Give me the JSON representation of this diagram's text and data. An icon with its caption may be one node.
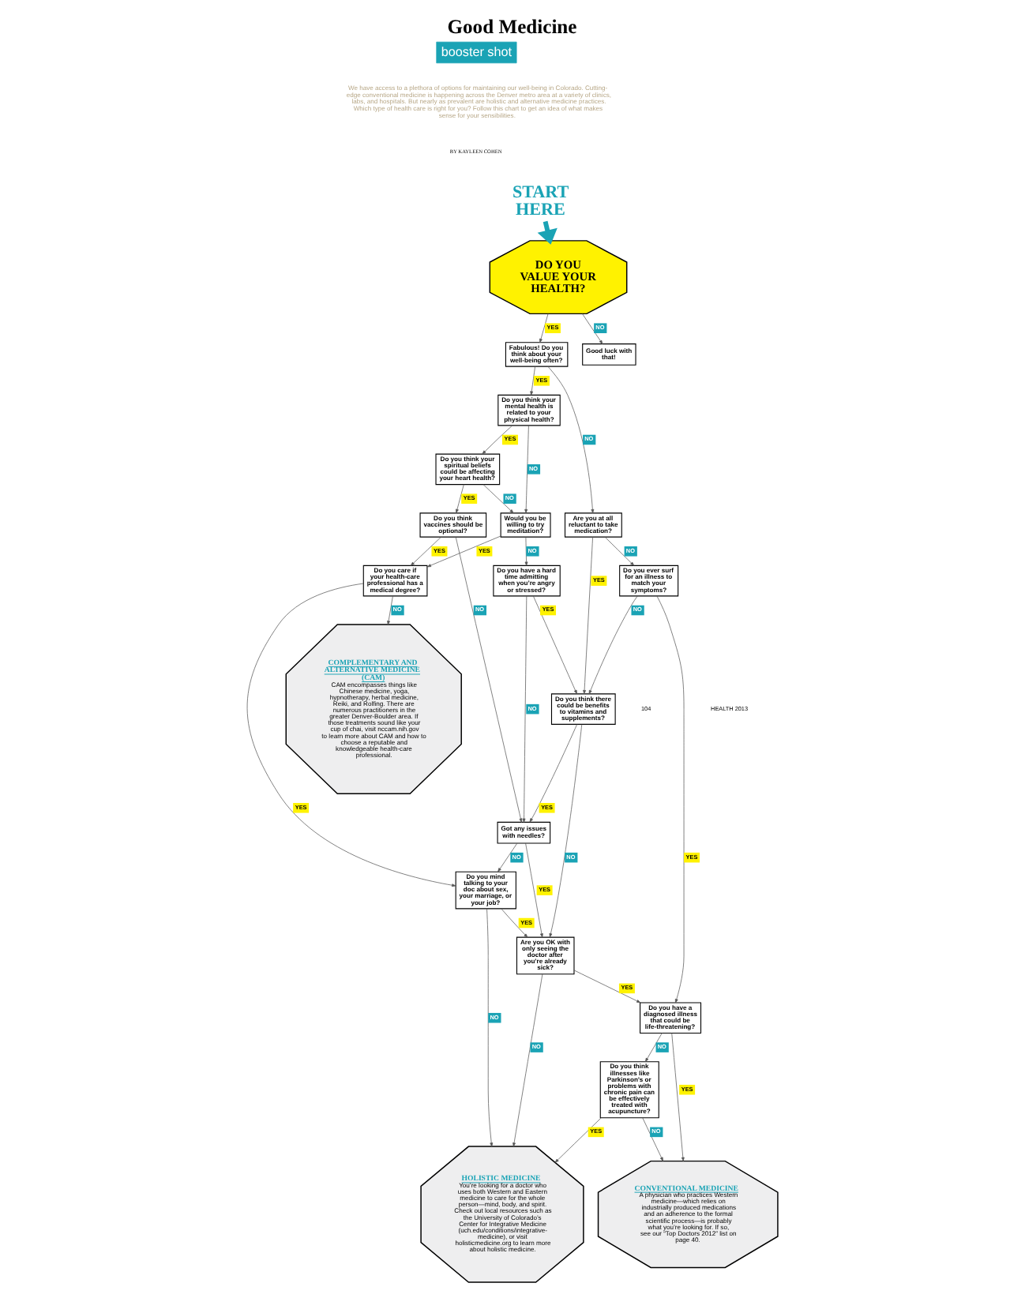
{
  "diagram": {
    "title": "Good Medicine",
    "nodes": [
      {
        "text": [
          "START HERE"
        ]
      },
      {
        "text": [
          "DO YOU VALUE YOUR HEALTH?"
        ]
      },
      {
        "text": [
          "Good luck with that!"
        ]
      },
      {
        "text": [
          "Fabulous! Do you think about your well-being often?"
        ]
      },
      {
        "text": [
          "Do you think your mental health is related to your physical health?"
        ]
      },
      {
        "text": [
          "Do you think your spiritual beliefs could be affecting your heart health?"
        ]
      },
      {
        "text": [
          "Do you think vaccines should be optional?"
        ]
      },
      {
        "text": [
          "Do you care if your health-care professional has a medical degree?"
        ]
      },
      {
        "text": [
          "Would you be willing to try meditation?"
        ]
      },
      {
        "text": [
          "Do you have a hard time admitting when you’re angry or stressed?"
        ]
      },
      {
        "text": [
          "Got any issues with needles?"
        ]
      },
      {
        "text": [
          "Do you mind talking to your doc about sex, your marriage, or your job?"
        ]
      },
      {
        "text": [
          "Are you OK with only seeing the doctor after you’re already sick?"
        ]
      },
      {
        "text": [
          "Are you at all reluctant to take medication?"
        ]
      },
      {
        "text": [
          "Do you think there could be benefits to vitamins and supplements?"
        ]
      },
      {
        "text": [
          "Do you ever surf for an illness to match your symptoms?"
        ]
      },
      {
        "text": [
          "Do you have a diagnosed illness that could be life-threatening?"
        ]
      },
      {
        "text": [
          "Do you think illnesses like Parkinson’s or problems with chronic pain can be effectively treated with acupuncture?"
        ]
      },
      {
        "text": [
          "COMPLEMENTARY AND ALTERNATIVE MEDICINE (CAM)",
          "CAM encompasses things like Chinese medicine, yoga, hypnotherapy, herbal medicine, Reiki, and Rolfing. There are numerous practitioners in the greater Denver-Boulder area. If those treatments sound like your cup of chai, visit nccam.nih.gov to learn more about CAM and how to choose a reputable and knowledgeable health-care professional."
        ]
      },
      {
        "text": [
          "HOLISTIC MEDICINE",
          "You’re looking for a doctor who uses both Western and Eastern medicine to care for the whole person—mind, body, and spirit. Check out local resources such as the University of Colorado’s Center for Integrative Medicine (uch.edu/conditions/integrative-medicine), or visit holisticmedicine.org to learn more about holistic medicine."
        ]
      },
      {
        "text": [
          "CONVENTIONAL MEDICINE",
          "A physician who practices Western medicine—which relies on industrially produced medications and an adherence to the formal scientific process—is probably what you’re looking for. If so, see our “Top Doctors 2012” list on page 40."
        ]
      }
    ],
    "edges": [
      {
        "from": 0,
        "to": 1,
        "arrow": "to",
        "style": "thick",
        "color": "#1aa3b5"
      },
      {
        "from": 1,
        "to": 3,
        "label": "YES",
        "arrow": "to"
      },
      {
        "from": 1,
        "to": 2,
        "label": "NO",
        "arrow": "to"
      },
      {
        "from": 3,
        "to": 4,
        "label": "YES",
        "arrow": "to"
      },
      {
        "from": 3,
        "to": 13,
        "label": "NO",
        "arrow": "to"
      },
      {
        "from": 4,
        "to": 5,
        "label": "YES",
        "arrow": "to"
      },
      {
        "from": 4,
        "to": 8,
        "label": "NO",
        "arrow": "to"
      },
      {
        "from": 5,
        "to": 6,
        "label": "YES",
        "arrow": "to"
      },
      {
        "from": 5,
        "to": 8,
        "label": "NO",
        "arrow": "to"
      },
      {
        "from": 6,
        "to": 7,
        "label": "YES",
        "arrow": "to"
      },
      {
        "from": 6,
        "to": 10,
        "label": "NO",
        "arrow": "to"
      },
      {
        "from": 7,
        "to": 18,
        "label": "NO",
        "arrow": "to"
      },
      {
        "from": 7,
        "to": 11,
        "label": "YES",
        "arrow": "to"
      },
      {
        "from": 8,
        "to": 7,
        "label": "YES",
        "arrow": "to"
      },
      {
        "from": 8,
        "to": 9,
        "label": "NO",
        "arrow": "to"
      },
      {
        "from": 9,
        "to": 10,
        "label": "NO",
        "arrow": "to"
      },
      {
        "from": 9,
        "to": 14,
        "label": "YES",
        "arrow": "to"
      },
      {
        "from": 10,
        "to": 11,
        "label": "NO",
        "arrow": "to"
      },
      {
        "from": 10,
        "to": 12,
        "label": "YES",
        "arrow": "to"
      },
      {
        "from": 11,
        "to": 19,
        "label": "NO",
        "arrow": "to"
      },
      {
        "from": 11,
        "to": 12,
        "label": "YES",
        "arrow": "to"
      },
      {
        "from": 12,
        "to": 19,
        "label": "NO",
        "arrow": "to"
      },
      {
        "from": 12,
        "to": 16,
        "label": "YES",
        "arrow": "to"
      },
      {
        "from": 13,
        "to": 14,
        "label": "YES",
        "arrow": "to"
      },
      {
        "from": 13,
        "to": 15,
        "label": "NO",
        "arrow": "to"
      },
      {
        "from": 14,
        "to": 12,
        "label": "NO",
        "arrow": "to"
      },
      {
        "from": 14,
        "to": 10,
        "label": "YES",
        "arrow": "to"
      },
      {
        "from": 15,
        "to": 14,
        "label": "NO",
        "arrow": "to"
      },
      {
        "from": 15,
        "to": 16,
        "label": "YES",
        "arrow": "to"
      },
      {
        "from": 16,
        "to": 17,
        "label": "NO",
        "arrow": "to"
      },
      {
        "from": 16,
        "to": 20,
        "label": "YES",
        "arrow": "to"
      },
      {
        "from": 17,
        "to": 19,
        "label": "YES",
        "arrow": "to"
      },
      {
        "from": 17,
        "to": 20,
        "label": "NO",
        "arrow": "to"
      }
    ],
    "labels": [
      "booster shot",
      "We have access to a plethora of options for maintaining our well-being in Colorado. Cutting-edge conventional medicine is happening across the Denver metro area at a variety of clinics, labs, and hospitals. But nearly as prevalent are holistic and alternative medicine practices. Which type of health care is right for you? Follow this chart to get an idea of what makes sense for your sensibilities.",
      "BY KAYLEEN COHEN",
      "104",
      "HEALTH 2013"
    ]
  }
}
